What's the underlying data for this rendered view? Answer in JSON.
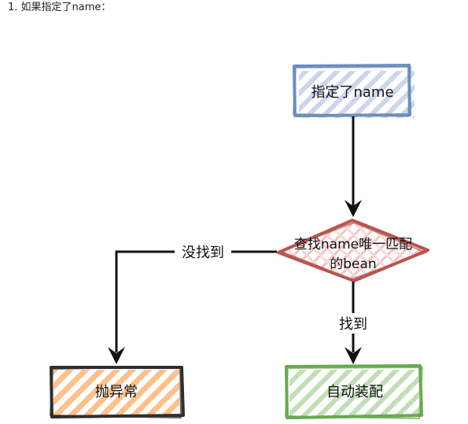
{
  "heading": "1. 如果指定了name：",
  "nodes": {
    "start": "指定了name",
    "decision_line1": "查找name唯一匹配",
    "decision_line2": "的bean",
    "error": "抛异常",
    "autowire": "自动装配"
  },
  "edges": {
    "not_found": "没找到",
    "found": "找到"
  },
  "colors": {
    "start_stroke": "#6C8EBF",
    "start_fill": "#C9D7EE",
    "decision_stroke": "#B85450",
    "decision_fill": "#F2C3C0",
    "error_stroke": "#2F2F2F",
    "error_fill": "#FFC08A",
    "autowire_stroke": "#6AA84F",
    "autowire_fill": "#BFE0B5",
    "arrow": "#111111"
  }
}
